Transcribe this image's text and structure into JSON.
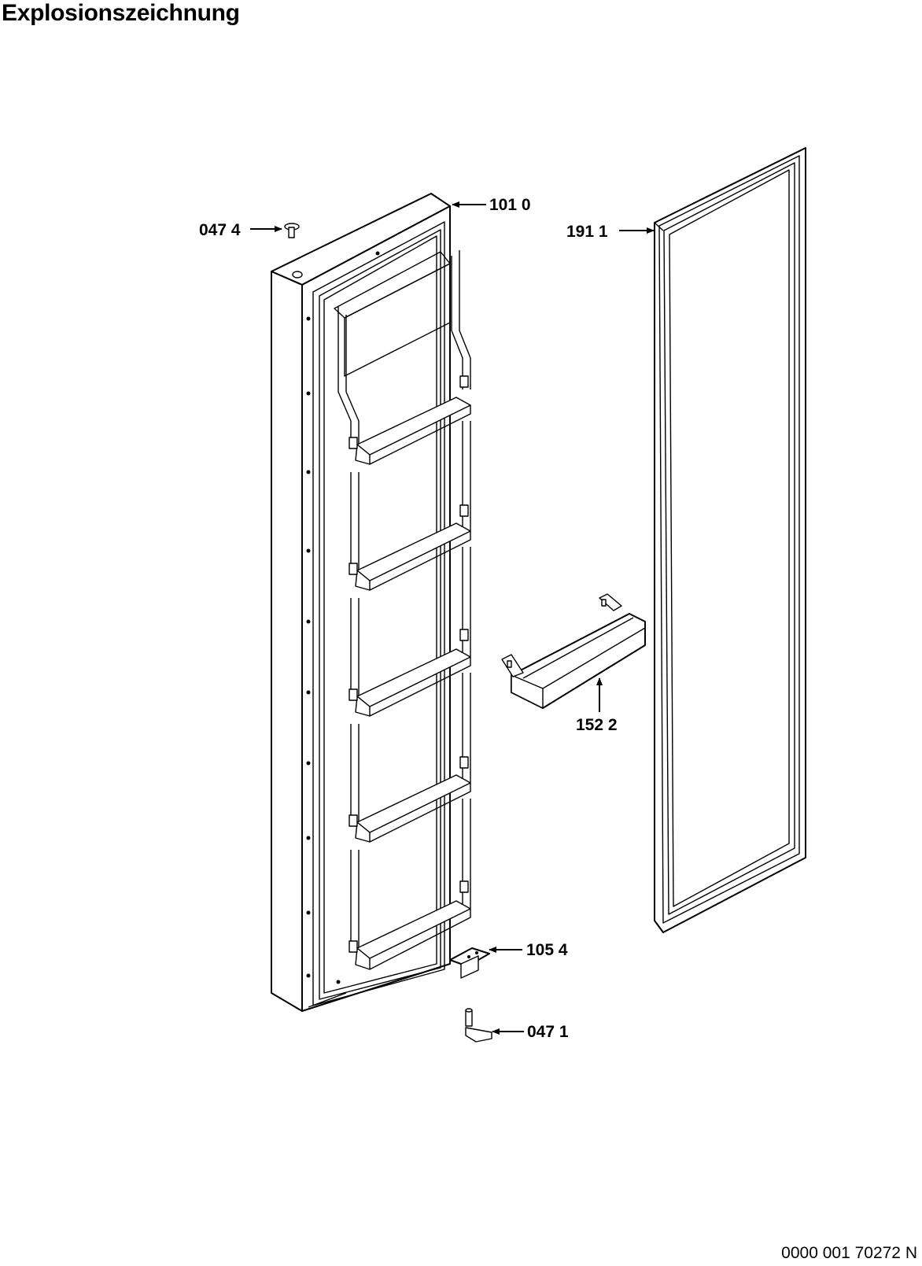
{
  "title": "Explosionszeichnung",
  "document_code": "0000 001 70272 N",
  "parts": [
    {
      "id": "door",
      "label": "101 0"
    },
    {
      "id": "screw",
      "label": "047 4"
    },
    {
      "id": "gasket",
      "label": "191 1"
    },
    {
      "id": "bottle-rack",
      "label": "152 2"
    },
    {
      "id": "hinge-plate",
      "label": "105 4"
    },
    {
      "id": "hinge-pin",
      "label": "047 1"
    }
  ]
}
